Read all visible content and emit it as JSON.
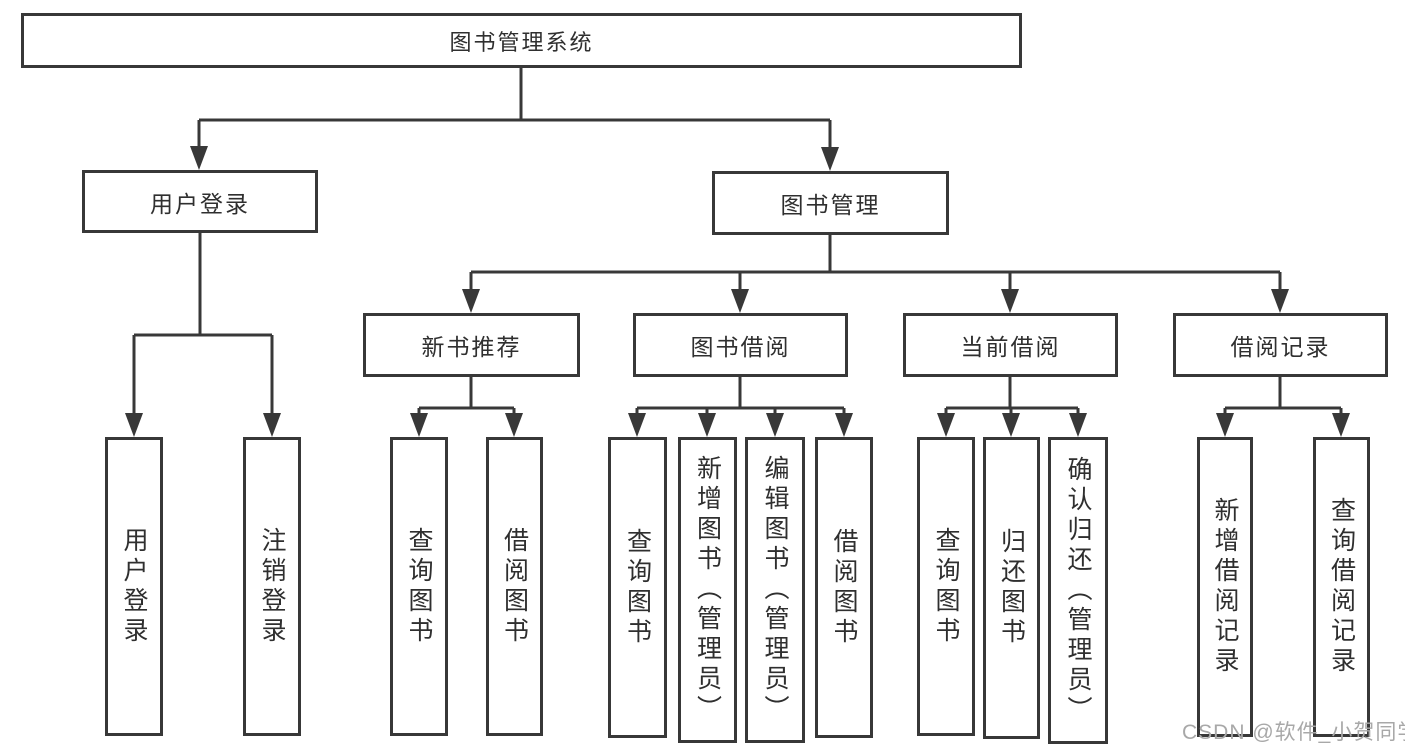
{
  "diagram_title": "图书管理系统",
  "tree": {
    "label": "图书管理系统",
    "children": [
      {
        "label": "用户登录",
        "children": [
          {
            "label": "用户登录"
          },
          {
            "label": "注销登录"
          }
        ]
      },
      {
        "label": "图书管理",
        "children": [
          {
            "label": "新书推荐",
            "children": [
              {
                "label": "查询图书"
              },
              {
                "label": "借阅图书"
              }
            ]
          },
          {
            "label": "图书借阅",
            "children": [
              {
                "label": "查询图书"
              },
              {
                "label": "新增图书（管理员）"
              },
              {
                "label": "编辑图书（管理员）"
              },
              {
                "label": "借阅图书"
              }
            ]
          },
          {
            "label": "当前借阅",
            "children": [
              {
                "label": "查询图书"
              },
              {
                "label": "归还图书"
              },
              {
                "label": "确认归还（管理员）"
              }
            ]
          },
          {
            "label": "借阅记录",
            "children": [
              {
                "label": "新增借阅记录"
              },
              {
                "label": "查询借阅记录"
              }
            ]
          }
        ]
      }
    ]
  },
  "watermark": "CSDN @软件_小贺同学",
  "colors": {
    "line": "#383838",
    "box_border": "#383838",
    "text": "#2f2f2f",
    "watermark": "#a8a8a8",
    "background": "#ffffff"
  }
}
